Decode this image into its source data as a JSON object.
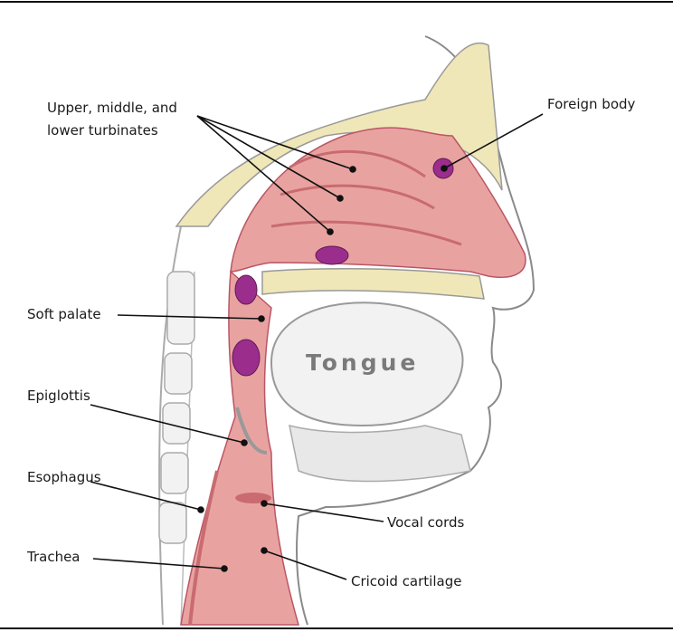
{
  "title": "Nasal and throat anatomy",
  "labels": {
    "turbinates_line1": "Upper, middle, and",
    "turbinates_line2": "lower turbinates",
    "foreign_body": "Foreign body",
    "soft_palate": "Soft palate",
    "tongue": "Tongue",
    "epiglottis": "Epiglottis",
    "esophagus": "Esophagus",
    "trachea": "Trachea",
    "vocal_cords": "Vocal cords",
    "cricoid_cartilage": "Cricoid cartilage"
  },
  "colors": {
    "airway": "#e8a3a0",
    "airway_dark": "#c96b70",
    "bone": "#efe7b8",
    "foreign_body": "#9b2e8c",
    "outline": "#8a8a8a"
  }
}
